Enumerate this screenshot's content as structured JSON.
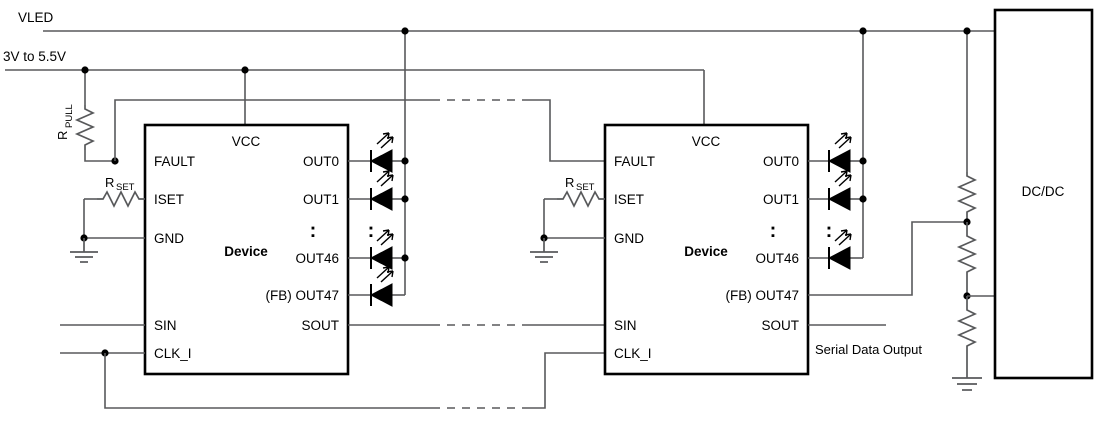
{
  "diagram": {
    "title": "LED driver daisy-chain application schematic",
    "rails": {
      "vled_label": "VLED",
      "supply_label": "3V to 5.5V"
    },
    "colors": {
      "wire": "#58595b",
      "outline": "#000000",
      "background": "#ffffff",
      "node": "#000000"
    },
    "devices": [
      {
        "id": "device-1",
        "name": "Device",
        "top_pin": "VCC",
        "left_pins": [
          "FAULT",
          "ISET",
          "GND",
          "SIN",
          "CLK_I"
        ],
        "right_pins": [
          "OUT0",
          "OUT1",
          "OUT46",
          "(FB) OUT47",
          "SOUT"
        ],
        "vertical_dots": ":",
        "resistors": [
          {
            "name": "R",
            "subscript": "PULL",
            "orientation": "vertical"
          },
          {
            "name": "R",
            "subscript": "SET",
            "orientation": "horizontal"
          }
        ],
        "led_count_shown": 4
      },
      {
        "id": "device-2",
        "name": "Device",
        "top_pin": "VCC",
        "left_pins": [
          "FAULT",
          "ISET",
          "GND",
          "SIN",
          "CLK_I"
        ],
        "right_pins": [
          "OUT0",
          "OUT1",
          "OUT46",
          "(FB) OUT47",
          "SOUT"
        ],
        "vertical_dots": ":",
        "resistors": [
          {
            "name": "R",
            "subscript": "SET",
            "orientation": "horizontal"
          }
        ],
        "led_count_shown": 3
      }
    ],
    "dcdc": {
      "label": "DC/DC",
      "feedback_divider_resistors": 3
    },
    "annotations": {
      "serial_data_output": "Serial Data Output"
    }
  }
}
